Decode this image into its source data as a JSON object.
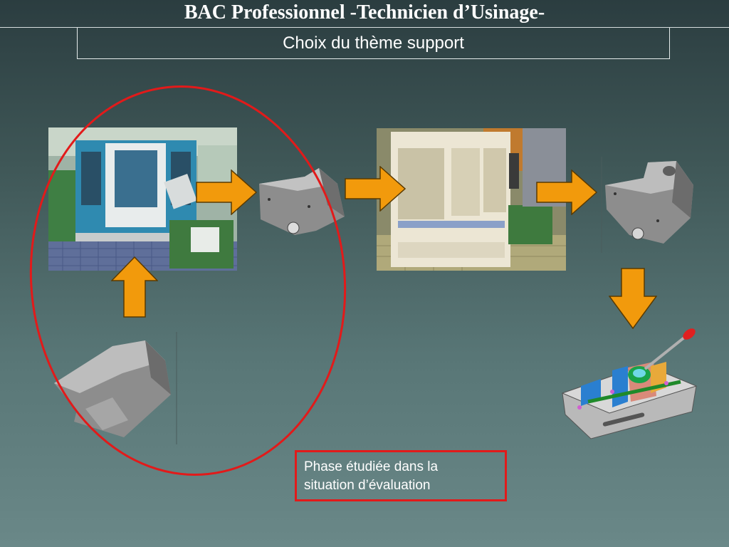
{
  "slide": {
    "title": "BAC Professionnel -Technicien d’Usinage-",
    "subtitle": "Choix du thème support"
  },
  "callout": {
    "line1": "Phase étudiée dans la",
    "line2": "situation d’évaluation"
  },
  "colors": {
    "arrow_fill": "#f29a0c",
    "arrow_stroke": "#5a3a00",
    "highlight_red": "#e21a1a",
    "part_grey": "#9a9a9a"
  },
  "images": {
    "machine1": "cnc-milling-machine-photo",
    "machine2": "cnc-machining-center-photo",
    "part_raw": "raw-part-3d-model",
    "part_intermediate": "intermediate-part-3d-model",
    "part_final": "finished-part-3d-model",
    "assembly": "vise-assembly-3d-model"
  }
}
